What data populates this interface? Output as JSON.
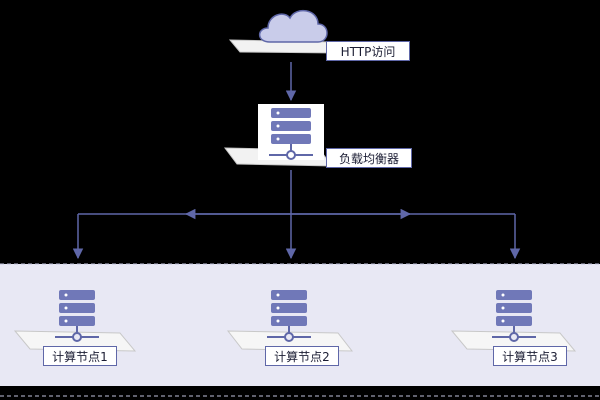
{
  "labels": {
    "http": "HTTP访问",
    "load_balancer": "负载均衡器",
    "nodes": [
      "计算节点1",
      "计算节点2",
      "计算节点3"
    ]
  },
  "colors": {
    "background": "#000000",
    "panel": "#e8e8f4",
    "accent": "#5f67a8",
    "icon_fill": "#7078b8",
    "cloud_fill": "#c9ccea",
    "platform": "#f2f2f2"
  },
  "icons": {
    "cloud": "cloud-icon",
    "server": "server-icon"
  }
}
